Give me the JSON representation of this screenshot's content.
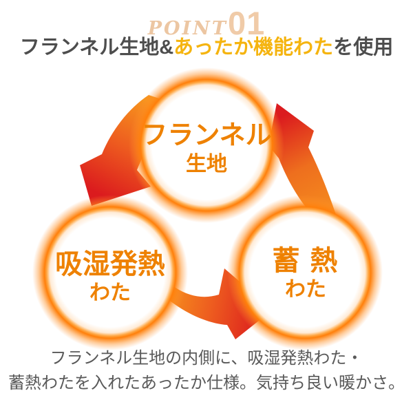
{
  "point_header": {
    "label": "POINT",
    "number": "01"
  },
  "title": {
    "prefix": "フランネル生地&",
    "accent": "あったか機能わた",
    "suffix": "を使用"
  },
  "cycle": {
    "top": {
      "main": "フランネル",
      "sub": "生地"
    },
    "bottom_left": {
      "main": "吸湿発熱",
      "sub": "わた"
    },
    "bottom_right": {
      "main": "蓄 熱",
      "sub": "わた"
    }
  },
  "caption": {
    "line1": "フランネル生地の内側に、吸湿発熱わた・",
    "line2": "蓄熱わたを入れたあったか仕様。気持ち良い暖かさ。"
  },
  "colors": {
    "point_peach": "#EDC9A6",
    "title_gray": "#4D4D4D",
    "title_accent_yellow": "#F5B40F",
    "circle_text_orange": "#EE8100",
    "glow_orange": "#FF7F0A",
    "arrow_orange": "#F7941E",
    "arrow_red": "#DB1B1E",
    "caption_gray": "#595959"
  }
}
